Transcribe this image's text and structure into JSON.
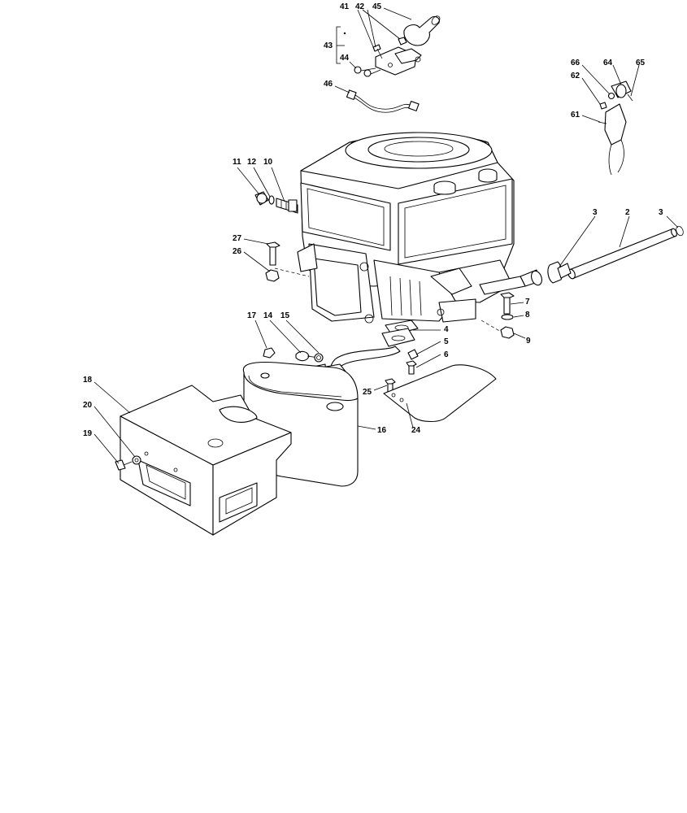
{
  "callouts": {
    "c41": "41",
    "c42": "42",
    "c45": "45",
    "c43": "43",
    "c44": "44",
    "c46": "46",
    "c66": "66",
    "c64": "64",
    "c65": "65",
    "c62": "62",
    "c61": "61",
    "c11": "11",
    "c12": "12",
    "c10": "10",
    "c27": "27",
    "c26": "26",
    "c3a": "3",
    "c2": "2",
    "c3b": "3",
    "c7": "7",
    "c8": "8",
    "c9": "9",
    "c17": "17",
    "c14": "14",
    "c15": "15",
    "c4": "4",
    "c5": "5",
    "c6": "6",
    "c18": "18",
    "c20": "20",
    "c19": "19",
    "c25": "25",
    "c16": "16",
    "c24": "24"
  }
}
